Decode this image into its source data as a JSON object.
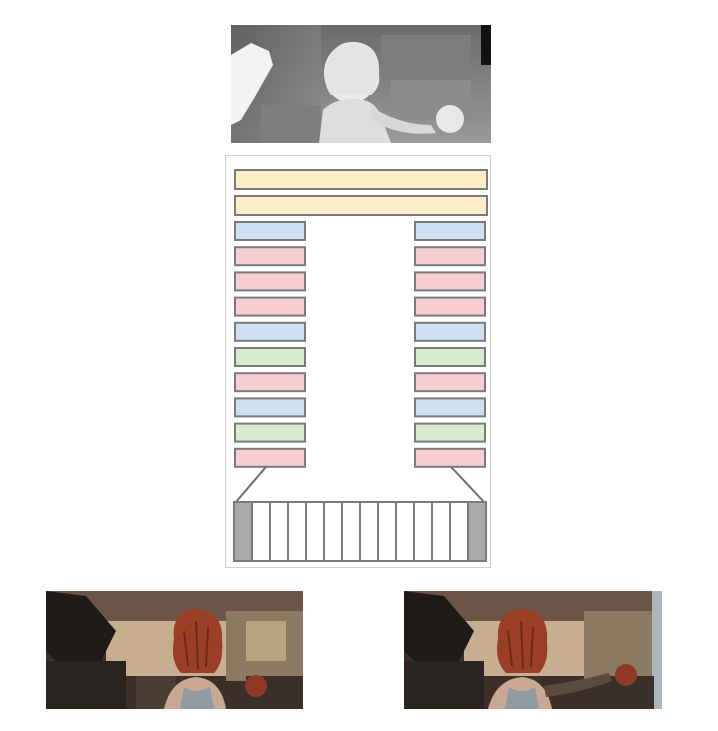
{
  "colors": {
    "yellow_block": "#fdeec8",
    "blue_block": "#cfe0f3",
    "red_block": "#f6cdd2",
    "green_block": "#d8ebcf",
    "block_border": "#7a7a7a",
    "input_gray": "#aaaaaa",
    "connector": "#6e6e6e"
  },
  "diagram": {
    "top_blocks": [
      "yellow",
      "yellow"
    ],
    "left_column": [
      "blue",
      "red",
      "red",
      "red",
      "blue",
      "green",
      "red",
      "blue",
      "green",
      "red"
    ],
    "right_column": [
      "blue",
      "red",
      "red",
      "red",
      "blue",
      "green",
      "red",
      "blue",
      "green",
      "red"
    ],
    "input_strip": {
      "cells": 14,
      "shaded_cells": [
        0,
        13
      ]
    }
  },
  "images": {
    "depth_map": "depth-map-image",
    "left_frame": "rendered-frame-left",
    "right_frame": "rendered-frame-right"
  }
}
